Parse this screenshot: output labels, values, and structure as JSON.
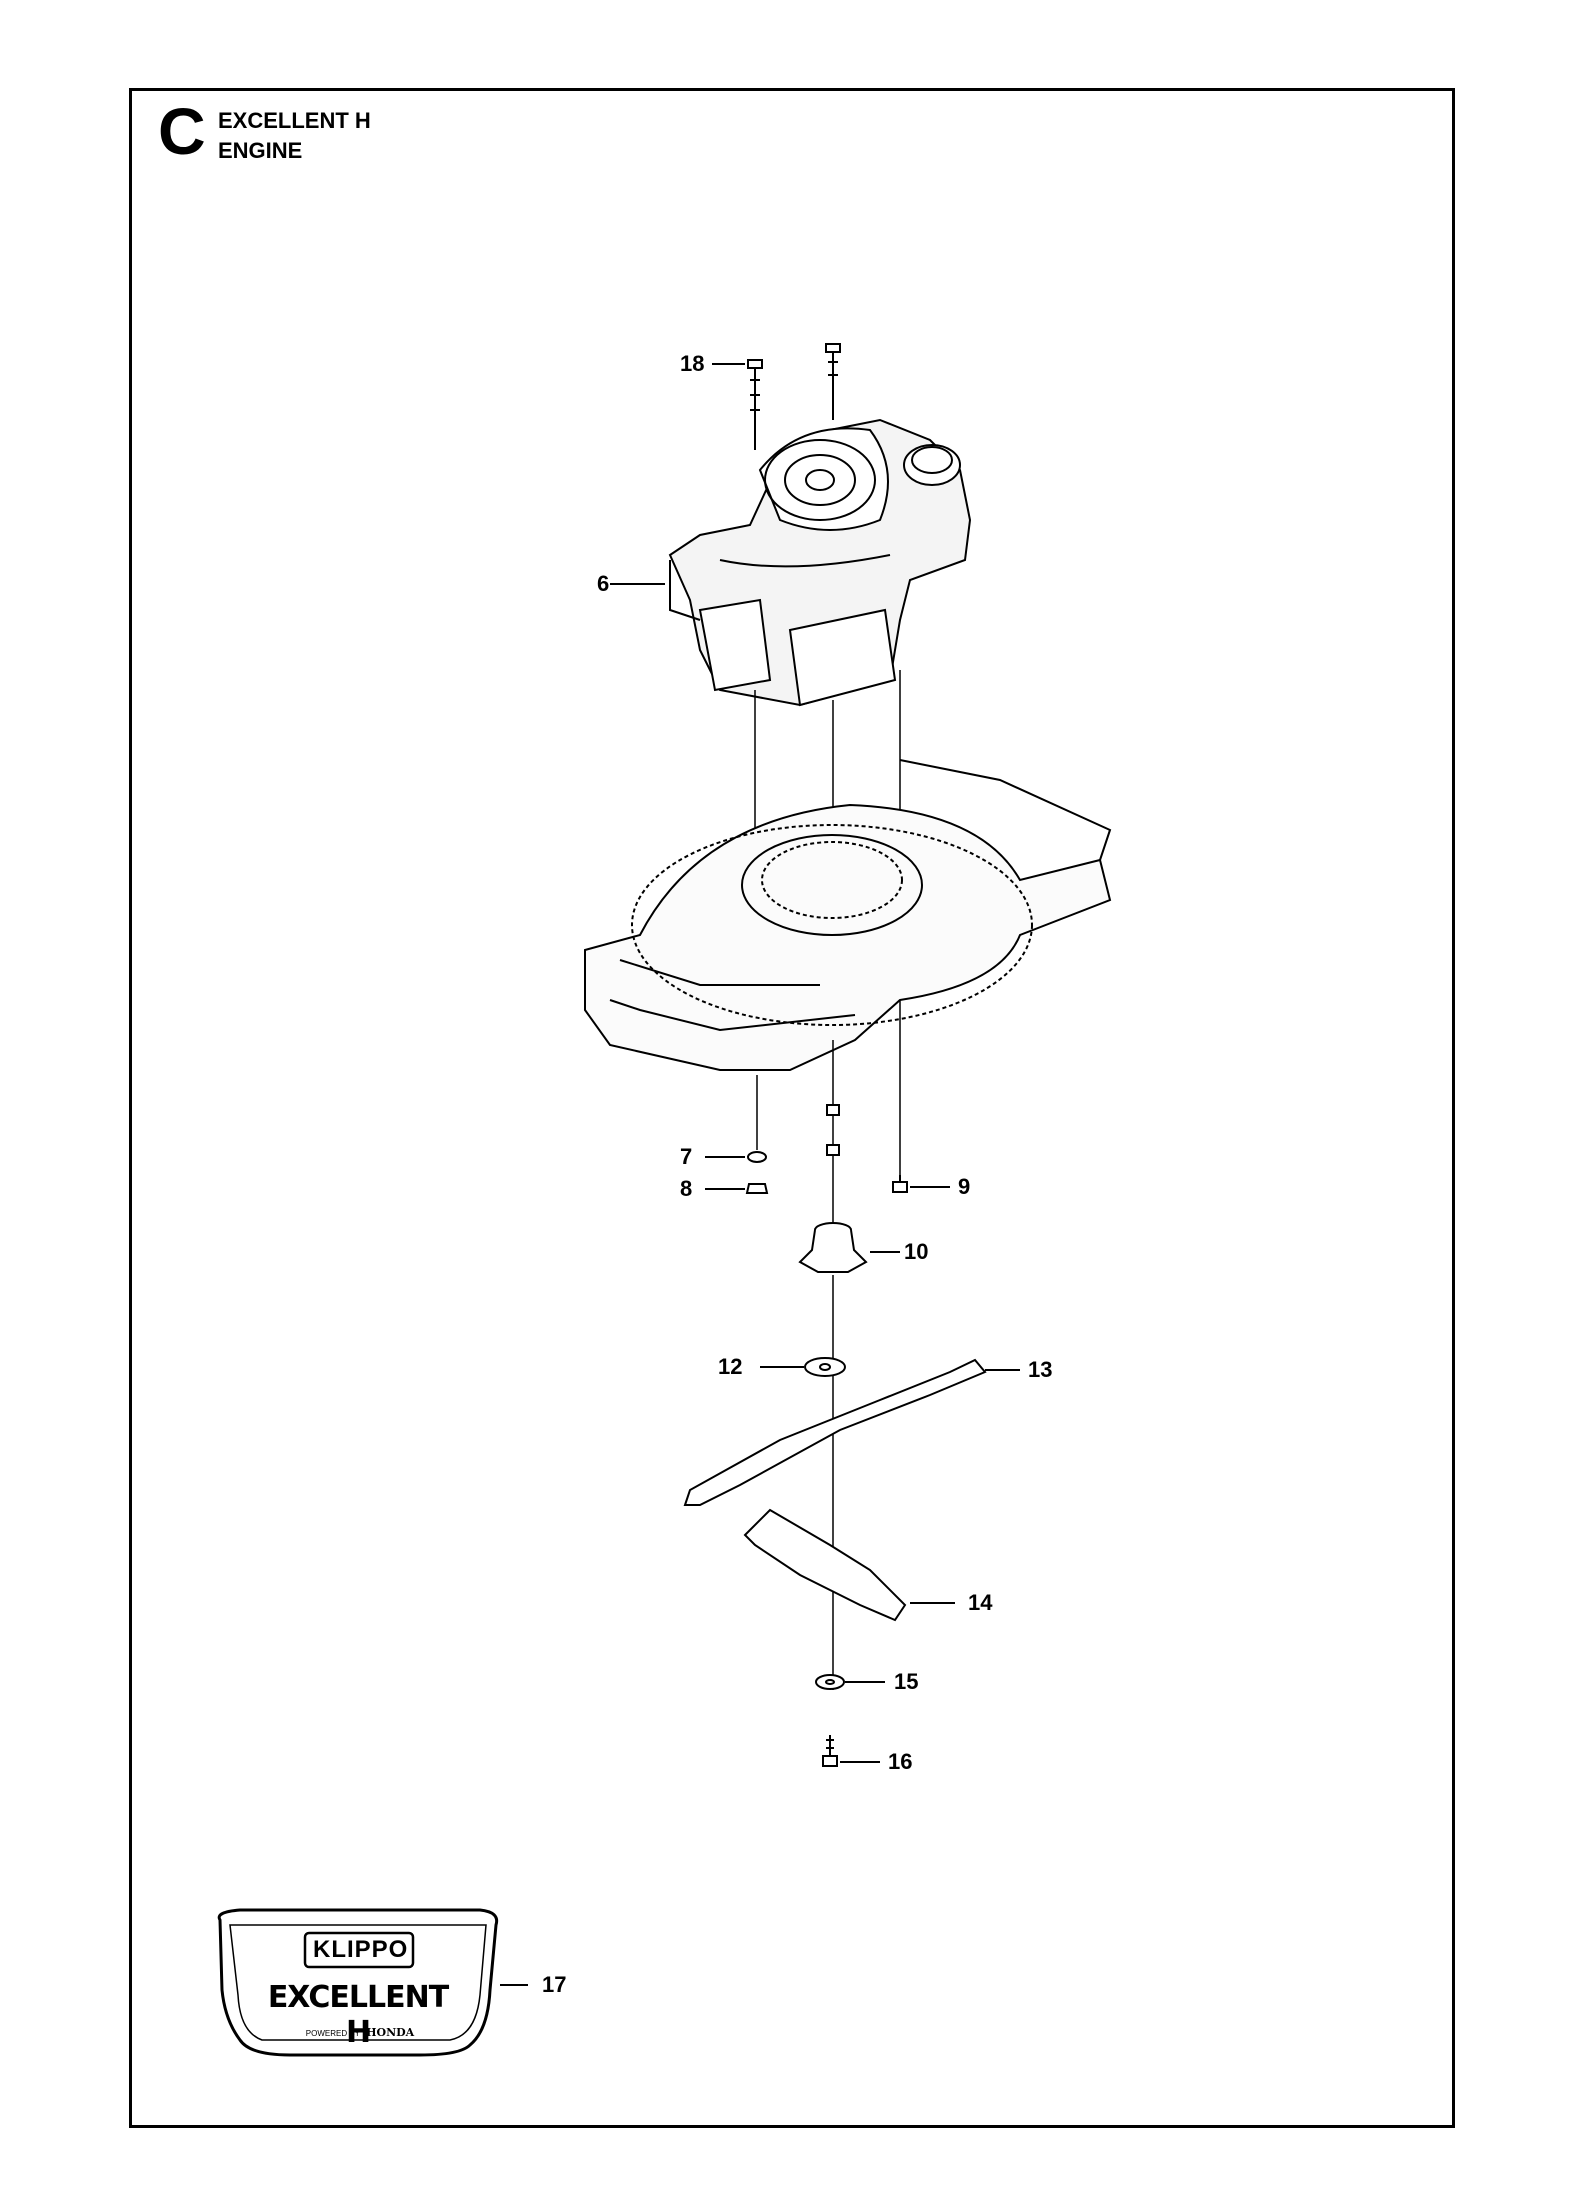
{
  "header": {
    "section_letter": "C",
    "line1": "EXCELLENT H",
    "line2": "ENGINE"
  },
  "callouts": [
    {
      "id": "18",
      "label": "18"
    },
    {
      "id": "6",
      "label": "6"
    },
    {
      "id": "7",
      "label": "7"
    },
    {
      "id": "8",
      "label": "8"
    },
    {
      "id": "9",
      "label": "9"
    },
    {
      "id": "10",
      "label": "10"
    },
    {
      "id": "12",
      "label": "12"
    },
    {
      "id": "13",
      "label": "13"
    },
    {
      "id": "14",
      "label": "14"
    },
    {
      "id": "15",
      "label": "15"
    },
    {
      "id": "16",
      "label": "16"
    },
    {
      "id": "17",
      "label": "17"
    }
  ],
  "badge": {
    "brand": "KLIPPO",
    "model": "EXCELLENT H",
    "powered_by": "POWERED BY",
    "engine_brand": "HONDA"
  }
}
